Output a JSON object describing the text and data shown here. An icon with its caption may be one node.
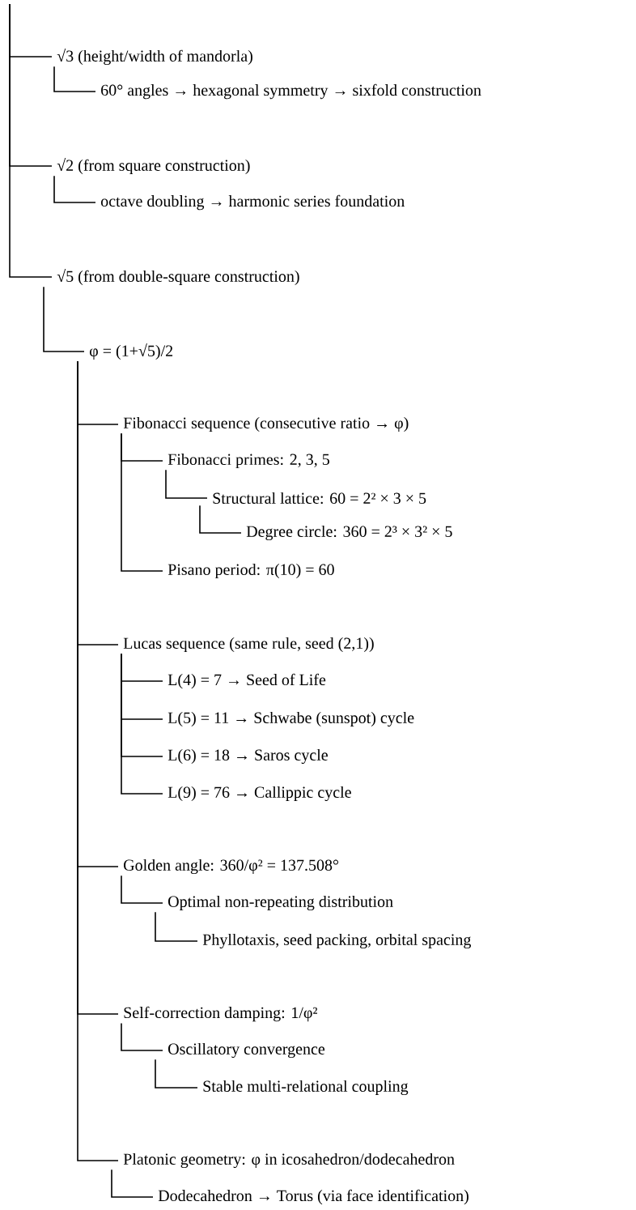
{
  "diagram": {
    "nodes": [
      {
        "text": [
          "√3 (height/width of mandorla)"
        ]
      },
      {
        "text": [
          "60° angles → hexagonal symmetry → sixfold construction"
        ]
      },
      {
        "text": [
          "√2 (from square construction)"
        ]
      },
      {
        "text": [
          "octave doubling → harmonic series foundation"
        ]
      },
      {
        "text": [
          "√5 (from double-square construction)"
        ]
      },
      {
        "text": [
          "φ = (1+√5)/2"
        ]
      },
      {
        "text": [
          "Fibonacci sequence (consecutive ratio → φ)"
        ]
      },
      {
        "text": [
          "Fibonacci primes: 2, 3, 5"
        ]
      },
      {
        "text": [
          "Structural lattice: 60 = 2² × 3 × 5"
        ]
      },
      {
        "text": [
          "Degree circle: 360 = 2³ × 3² × 5"
        ]
      },
      {
        "text": [
          "Pisano period: π(10) = 60"
        ]
      },
      {
        "text": [
          "Lucas sequence (same rule, seed (2,1))"
        ]
      },
      {
        "text": [
          "L(4) = 7 → Seed of Life"
        ]
      },
      {
        "text": [
          "L(5) = 11 → Schwabe (sunspot) cycle"
        ]
      },
      {
        "text": [
          "L(6) = 18 → Saros cycle"
        ]
      },
      {
        "text": [
          "L(9) = 76 → Callippic cycle"
        ]
      },
      {
        "text": [
          "Golden angle: 360/φ² = 137.508°"
        ]
      },
      {
        "text": [
          "Optimal non-repeating distribution"
        ]
      },
      {
        "text": [
          "Phyllotaxis, seed packing, orbital spacing"
        ]
      },
      {
        "text": [
          "Self-correction damping: 1/φ²"
        ]
      },
      {
        "text": [
          "Oscillatory convergence"
        ]
      },
      {
        "text": [
          "Stable multi-relational coupling"
        ]
      },
      {
        "text": [
          "Platonic geometry: φ in icosahedron/dodecahedron"
        ]
      },
      {
        "text": [
          "Dodecahedron → Torus (via face identification)"
        ]
      }
    ],
    "edges": [
      {
        "from": null,
        "to": 0,
        "arrow": "none"
      },
      {
        "from": 0,
        "to": 1,
        "arrow": "none"
      },
      {
        "from": null,
        "to": 2,
        "arrow": "none"
      },
      {
        "from": 2,
        "to": 3,
        "arrow": "none"
      },
      {
        "from": null,
        "to": 4,
        "arrow": "none"
      },
      {
        "from": 4,
        "to": 5,
        "arrow": "none"
      },
      {
        "from": 5,
        "to": 6,
        "arrow": "none"
      },
      {
        "from": 6,
        "to": 7,
        "arrow": "none"
      },
      {
        "from": 7,
        "to": 8,
        "arrow": "none"
      },
      {
        "from": 8,
        "to": 9,
        "arrow": "none"
      },
      {
        "from": 6,
        "to": 10,
        "arrow": "none"
      },
      {
        "from": 5,
        "to": 11,
        "arrow": "none"
      },
      {
        "from": 11,
        "to": 12,
        "arrow": "none"
      },
      {
        "from": 11,
        "to": 13,
        "arrow": "none"
      },
      {
        "from": 11,
        "to": 14,
        "arrow": "none"
      },
      {
        "from": 11,
        "to": 15,
        "arrow": "none"
      },
      {
        "from": 5,
        "to": 16,
        "arrow": "none"
      },
      {
        "from": 16,
        "to": 17,
        "arrow": "none"
      },
      {
        "from": 17,
        "to": 18,
        "arrow": "none"
      },
      {
        "from": 5,
        "to": 19,
        "arrow": "none"
      },
      {
        "from": 19,
        "to": 20,
        "arrow": "none"
      },
      {
        "from": 20,
        "to": 21,
        "arrow": "none"
      },
      {
        "from": 5,
        "to": 22,
        "arrow": "none"
      },
      {
        "from": 22,
        "to": 23,
        "arrow": "none"
      }
    ]
  }
}
